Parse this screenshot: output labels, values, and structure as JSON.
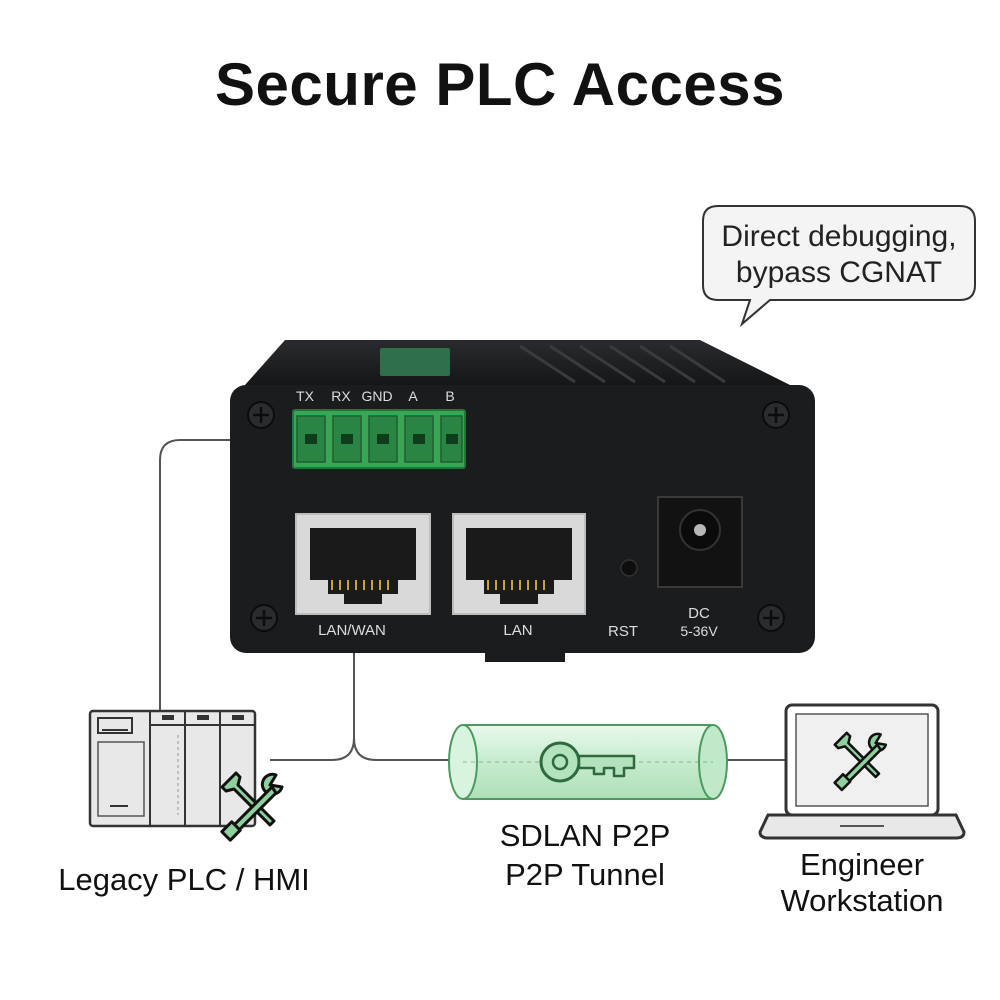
{
  "title": "Secure PLC Access",
  "callout": {
    "line1": "Direct debugging,",
    "line2": "bypass CGNAT"
  },
  "device": {
    "terminal_pins": [
      "TX",
      "RX",
      "GND",
      "A",
      "B"
    ],
    "port_lan_wan": "LAN/WAN",
    "port_lan": "LAN",
    "reset_label": "RST",
    "power_label": "DC",
    "power_range": "5-36V"
  },
  "plc": {
    "label": "Legacy PLC / HMI",
    "icon": "wrench-screwdriver-icon"
  },
  "tunnel": {
    "line1": "SDLAN P2P",
    "line2": "P2P Tunnel",
    "icon": "key-icon",
    "color": "#bfe9c8"
  },
  "workstation": {
    "line1": "Engineer",
    "line2": "Workstation",
    "icon": "wrench-screwdriver-icon"
  },
  "colors": {
    "device_body": "#1b1c1e",
    "terminal_block": "#3aa655",
    "line": "#555555"
  }
}
